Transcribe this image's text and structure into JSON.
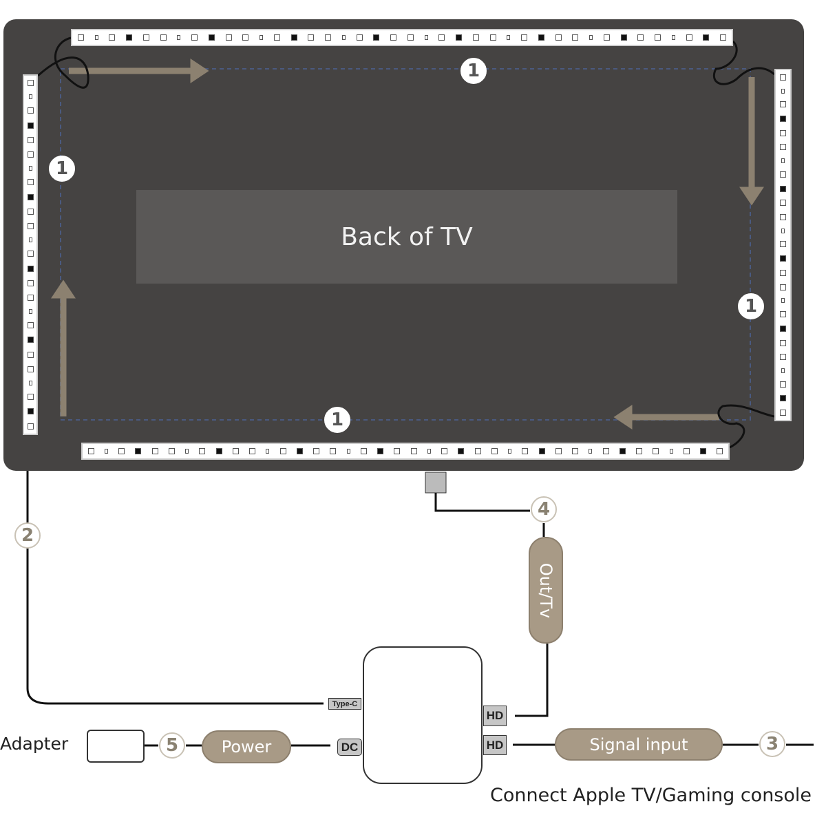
{
  "tv": {
    "label": "Back of TV"
  },
  "steps": {
    "strip_top": "1",
    "strip_left": "1",
    "strip_right": "1",
    "strip_bottom": "1",
    "usb_cable": "2",
    "signal": "3",
    "hdmi_out": "4",
    "power": "5"
  },
  "cables": {
    "out_tv": "Out/Tv",
    "power": "Power",
    "signal_input": "Signal input"
  },
  "ports": {
    "type_c": "Type-C",
    "dc": "DC",
    "hd_out": "HD",
    "hd_in": "HD"
  },
  "labels": {
    "adapter": "Adapter",
    "connect": "Connect Apple TV/Gaming console"
  },
  "colors": {
    "tv": "#454342",
    "cable_pill": "#a89a86",
    "arrow": "#8c8170",
    "dashed": "#4a5a80"
  }
}
